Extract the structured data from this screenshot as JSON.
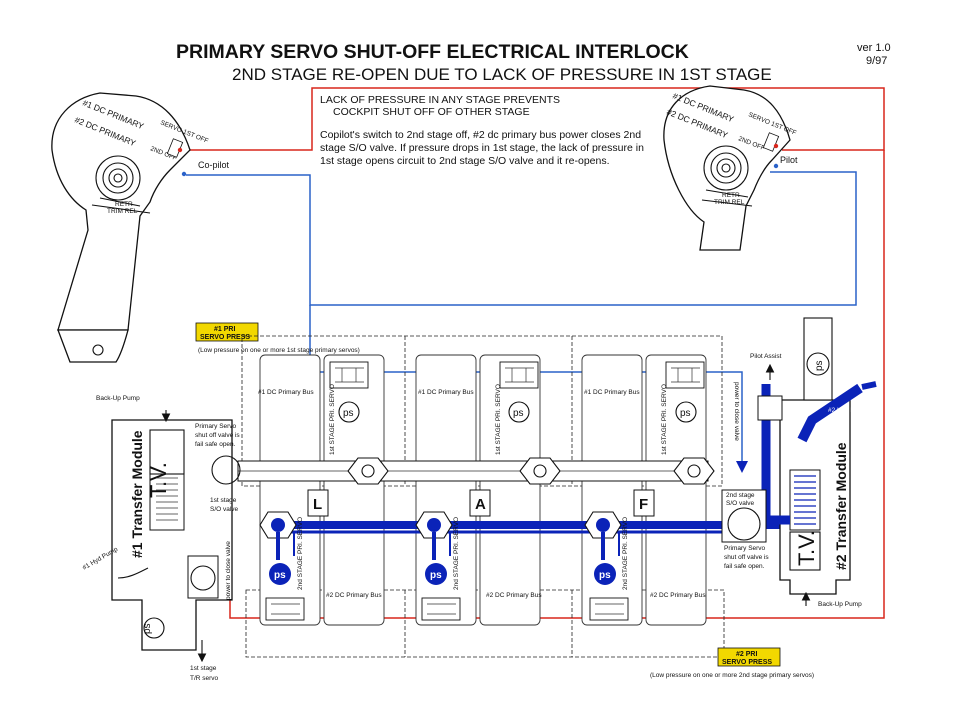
{
  "header": {
    "title": "PRIMARY SERVO SHUT-OFF  ELECTRICAL INTERLOCK",
    "subtitle": "2ND STAGE RE-OPEN DUE TO LACK OF PRESSURE IN 1ST STAGE",
    "version": "ver 1.0",
    "date": "9/97"
  },
  "note": {
    "heading_1": "LACK OF PRESSURE IN ANY STAGE PREVENTS",
    "heading_2": "COCKPIT SHUT OFF OF OTHER STAGE",
    "body_1": "Copilot's switch to 2nd stage off, #2 dc primary bus power closes 2nd",
    "body_2": "stage S/O valve.  If pressure drops in 1st stage, the lack of pressure in",
    "body_3": "1st stage opens circuit to 2nd stage S/O valve and it re-opens."
  },
  "grips": {
    "copilot_label": "Co-pilot",
    "pilot_label": "Pilot",
    "dc1": "#1 DC PRIMARY",
    "dc2": "#2 DC PRIMARY",
    "servo_1st": "SERVO 1ST OFF",
    "servo_2nd": "2ND OFF",
    "retr_1": "RETR",
    "retr_2": "TRIM REL"
  },
  "cautions": {
    "pri1_line1": "#1 PRI",
    "pri1_line2": "SERVO PRESS",
    "pri1_note": "(Low pressure on one or more 1st stage primary servos)",
    "pri2_line1": "#2 PRI",
    "pri2_line2": "SERVO PRESS",
    "pri2_note": "(Low pressure on one or more 2nd stage primary servos)"
  },
  "labels": {
    "backup_pump_left": "Back-Up Pump",
    "backup_pump_right": "Back-Up Pump",
    "pilot_assist": "Pilot Assist",
    "hyd_pump_1": "#1 Hyd Pump",
    "hyd_pump_2": "#2 Hyd Pump",
    "transfer_module_1": "#1 Transfer Module",
    "transfer_module_2": "#2 Transfer Module",
    "tv": "T.V.",
    "ps": "ps",
    "primary_servo_left_1": "Primary Servo",
    "primary_servo_left_2": "shut off valve is",
    "primary_servo_left_3": "fail safe open.",
    "primary_servo_right_1": "Primary Servo",
    "primary_servo_right_2": "shut off valve is",
    "primary_servo_right_3": "fail safe open.",
    "first_stage_so_1": "1st stage",
    "first_stage_so_2": "S/O valve",
    "second_stage_so_1": "2nd stage",
    "second_stage_so_2": "S/O valve",
    "power_to_close_left": "power to close valve",
    "power_to_close_right": "power to close valve",
    "first_stage_tr_1": "1st stage",
    "first_stage_tr_2": "T/R servo",
    "dc1_bus": "#1 DC Primary Bus",
    "dc2_bus": "#2 DC Primary Bus",
    "first_stage_servo": "1st STAGE PRI. SERVO",
    "second_stage_servo": "2nd STAGE PRI. SERVO",
    "servo_letters": [
      "L",
      "A",
      "F"
    ]
  },
  "colors": {
    "hydraulic_blue": "#0b23b8",
    "red_wire": "#d8261c",
    "blue_wire": "#2a62c9",
    "caution_yellow": "#f2d800",
    "ink": "#111111"
  },
  "icons": {
    "cyclic_grip": "cyclic-grip-icon",
    "pressure_switch": "pressure-switch-icon",
    "spring": "spring-icon",
    "shutoff_valve": "shutoff-valve-icon"
  }
}
